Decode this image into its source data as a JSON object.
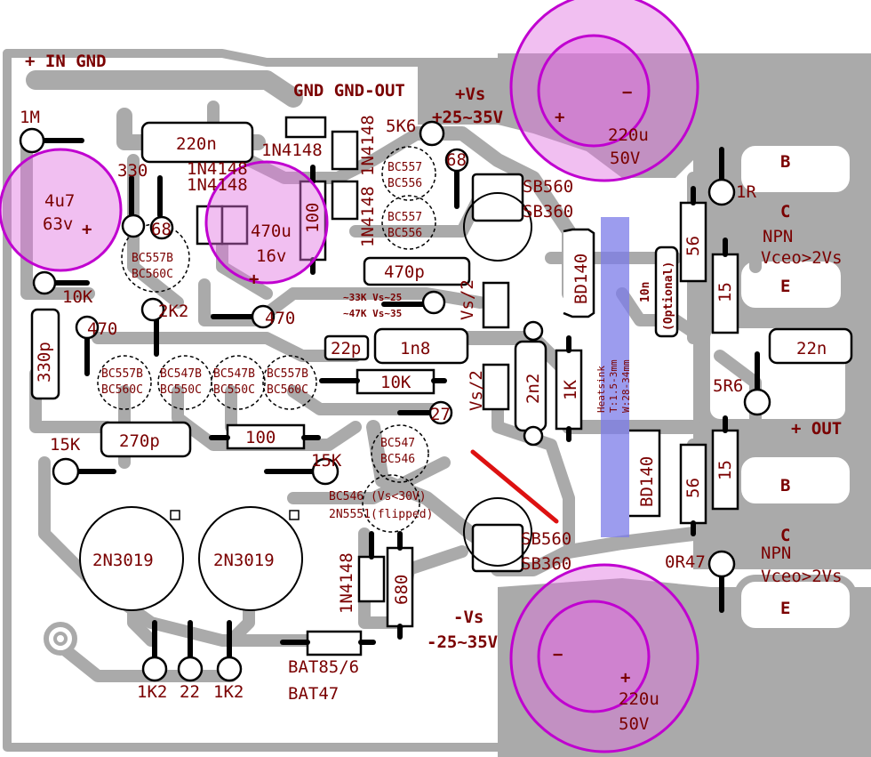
{
  "colors": {
    "copper": "#aaaaaa",
    "silkscreen_text": "#7a0000",
    "electrolytic_fill": "#e070e0",
    "electrolytic_stroke": "#c000d0",
    "heatsink": "#7b7be8",
    "red_wire": "#dd1111"
  },
  "labels": {
    "in_gnd": "+ IN GND",
    "gnd_out": "GND GND-OUT",
    "vs_pos": "+Vs",
    "vs_pos_range": "+25~35V",
    "vs_neg": "-Vs",
    "vs_neg_range": "-25~35V",
    "out": "+ OUT",
    "heatsink_1": "Heatsink",
    "heatsink_2": "T:1.5-3mm",
    "heatsink_3": "W:28-34mm",
    "r1m": "1M",
    "c4u7_a": "4u7",
    "c4u7_b": "63v",
    "c220n": "220n",
    "r330": "330",
    "r68a": "68",
    "d1n4148_a": "1N4148",
    "d1n4148_b": "1N4148",
    "d1n4148_c": "1N4148",
    "d1n4148_d": "1N4148",
    "d1n4148_e": "1N4148",
    "d1n4148_f": "1N4148",
    "c470u_a": "470u",
    "c470u_b": "16v",
    "r100v": "100",
    "r5k6": "5K6",
    "r68b": "68",
    "q_bc557_a": "BC557",
    "q_bc556_a": "BC556",
    "q_bc557_b": "BC557",
    "q_bc556_b": "BC556",
    "sb560_a": "SB560",
    "sb360_a": "SB360",
    "c220u_a1": "220u",
    "c220u_a2": "50V",
    "c220u_b1": "220u",
    "c220u_b2": "50V",
    "q_bc557b": "BC557B",
    "q_bc560c": "BC560C",
    "r10k_a": "10K",
    "c470p": "470p",
    "note_33k": "~33K Vs~25",
    "note_47k": "~47K Vs~35",
    "r2k2": "2K2",
    "r470a": "470",
    "r470b": "470",
    "c330p": "330p",
    "c22p": "22p",
    "c1n8": "1n8",
    "vs2_a": "Vs/2",
    "vs2_b": "Vs/2",
    "bd140_a": "BD140",
    "bd140_b": "BD140",
    "c10n": "10n",
    "optional": "(Optional)",
    "r56_a": "56",
    "r15_a": "15",
    "r56_b": "56",
    "r15_b": "15",
    "r1r": "1R",
    "b_a": "B",
    "c_a": "C",
    "npn_a": "NPN",
    "vceo_a": "Vceo>2Vs",
    "e_a": "E",
    "b_b": "B",
    "c_b": "C",
    "npn_b": "NPN",
    "vceo_b": "Vceo>2Vs",
    "e_b": "E",
    "c22n": "22n",
    "r5r6": "5R6",
    "r0r47": "0R47",
    "q_bc557b_1": "BC557B",
    "q_bc560c_1": "BC560C",
    "q_bc547b_1": "BC547B",
    "q_bc550c_1": "BC550C",
    "q_bc547b_2": "BC547B",
    "q_bc550c_2": "BC550C",
    "q_bc557b_2": "BC557B",
    "q_bc560c_2": "BC560C",
    "r10k_b": "10K",
    "c2n2": "2n2",
    "r1k": "1K",
    "r27": "27",
    "r15k_a": "15K",
    "r15k_b": "15K",
    "c270p": "270p",
    "r100h": "100",
    "q_bc547": "BC547",
    "q_bc546": "BC546",
    "note_bc546": "BC546 (Vs<30V)",
    "note_2n5551": "2N5551(flipped)",
    "q_2n3019_a": "2N3019",
    "q_2n3019_b": "2N3019",
    "sb560_b": "SB560",
    "sb360_b": "SB360",
    "r680": "680",
    "d_bat85": "BAT85/6",
    "d_bat47": "BAT47",
    "r1k2_a": "1K2",
    "r22": "22",
    "r1k2_b": "1K2",
    "plus_sign": "+",
    "minus_sign": "−"
  }
}
